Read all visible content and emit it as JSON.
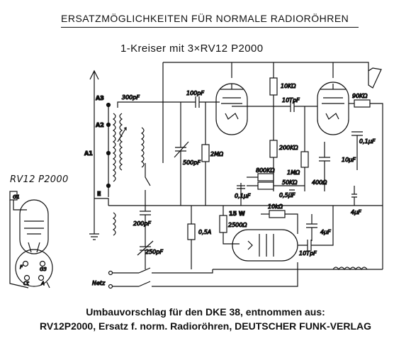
{
  "header": {
    "title": "ERSATZMÖGLICHKEITEN FÜR NORMALE RADIORÖHREN"
  },
  "subtitle": "1-Kreiser mit 3×RV12 P2000",
  "tube_pinout": {
    "title": "RV12 P2000",
    "cap_pin": "G1",
    "pin_labels": [
      "F",
      "G3",
      "Ct",
      "A"
    ]
  },
  "schematic": {
    "terminals": [
      "A3",
      "A2",
      "A1",
      "E"
    ],
    "mains_label": "Netz",
    "components": {
      "c_300p": "300pF",
      "c_100p": "100pF",
      "c_500p": "500pF",
      "r_2m": "2MΩ",
      "r_10k": "10KΩ",
      "c_10n_a": "10TpF",
      "r_90k": "90KΩ",
      "c_01u": "0,1µF",
      "r_200k": "200KΩ",
      "r_800k": "800KΩ",
      "r_1m": "1MΩ",
      "r_50k": "50KΩ",
      "c_01u_b": "0,1µF",
      "c_05u": "0,5µF",
      "r_400": "400Ω",
      "c_10u": "10µF",
      "c_4u": "4µF",
      "c_200p": "200pF",
      "fuse": "0,5A",
      "r_2500": "2500Ω",
      "w_15": "15 W",
      "r_10k_b": "10kΩ",
      "c_4u_b": "4µF",
      "c_10n_b": "10TpF",
      "c_250p": "250pF"
    }
  },
  "caption": {
    "line1": "Umbauvorschlag für den DKE 38, entnommen aus:",
    "line2": "RV12P2000, Ersatz f. norm. Radioröhren, DEUTSCHER FUNK-VERLAG"
  }
}
